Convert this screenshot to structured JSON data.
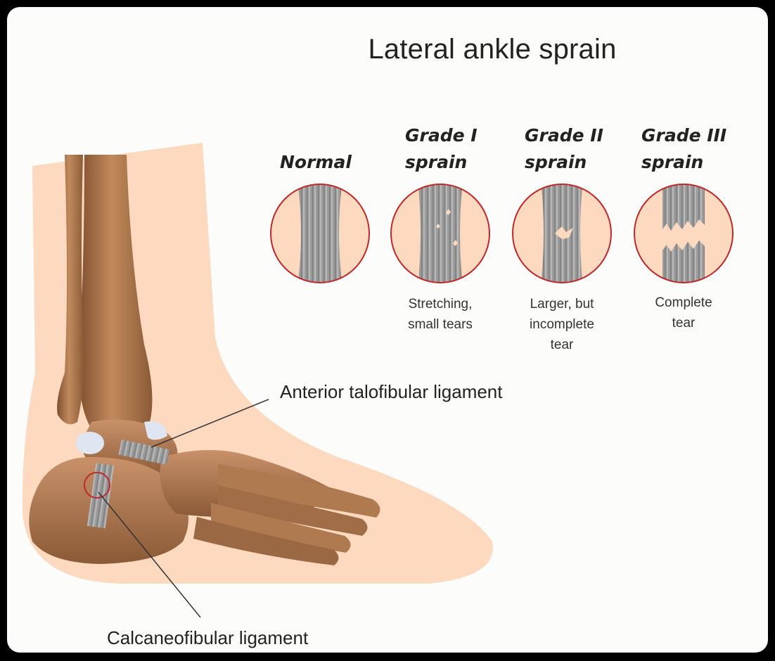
{
  "title": "Lateral ankle sprain",
  "grades": [
    {
      "heading_line1": "Normal",
      "heading_line2": "",
      "caption_lines": []
    },
    {
      "heading_line1": "Grade I",
      "heading_line2": "sprain",
      "caption_lines": [
        "Stretching,",
        "small tears"
      ]
    },
    {
      "heading_line1": "Grade II",
      "heading_line2": "sprain",
      "caption_lines": [
        "Larger, but",
        "incomplete",
        "tear"
      ]
    },
    {
      "heading_line1": "Grade III",
      "heading_line2": "sprain",
      "caption_lines": [
        "Complete",
        "tear"
      ]
    }
  ],
  "labels": {
    "atfl": "Anterior talofibular ligament",
    "cfl": "Calcaneofibular ligament"
  },
  "colors": {
    "skin": "#fcd9bf",
    "bone": "#b07a50",
    "bone_dark": "#8a5a36",
    "ligament": "#9d9d9d",
    "circle_outline": "#c0282a"
  }
}
